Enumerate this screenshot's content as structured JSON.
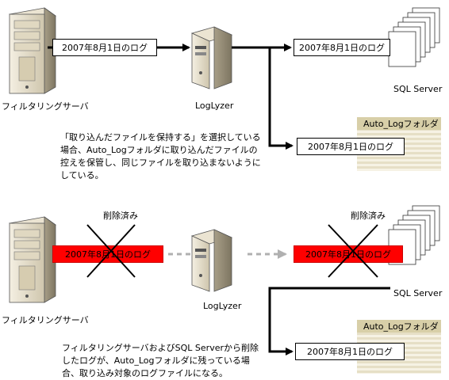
{
  "top": {
    "source_label": "フィルタリングサーバ",
    "hub_label": "LogLyzer",
    "sql_label": "SQL Server",
    "log_box_1": "2007年8月1日のログ",
    "log_box_2": "2007年8月1日のログ",
    "log_box_3": "2007年8月1日のログ",
    "folder_title": "Auto_Logフォルダ",
    "note_lines": [
      "「取り込んだファイルを保持する」を選択している",
      "場合、Auto_Logフォルダに取り込んだファイルの",
      "控えを保管し、同じファイルを取り込まないように",
      "している。"
    ]
  },
  "bottom": {
    "source_label": "フィルタリングサーバ",
    "hub_label": "LogLyzer",
    "sql_label": "SQL Server",
    "deleted_label_1": "削除済み",
    "deleted_label_2": "削除済み",
    "deleted_log_1": "2007年8月1日のログ",
    "deleted_log_2": "2007年8月1日のログ",
    "log_box": "2007年8月1日のログ",
    "folder_title": "Auto_Logフォルダ",
    "note_lines": [
      "フィルタリングサーバおよびSQL Serverから削除",
      "したログが、Auto_Logフォルダに残っている場",
      "合、取り込み対象のログファイルになる。"
    ]
  },
  "colors": {
    "deleted_fill": "#ff0000",
    "dashed_arrow": "#b0b0b0",
    "folder_stripe": "#e6dfc6",
    "folder_header": "#d8cfa8"
  },
  "icons": [
    "server-tower-icon",
    "server-tower-icon",
    "document-stack-icon",
    "folder-icon",
    "cross-out-icon"
  ]
}
